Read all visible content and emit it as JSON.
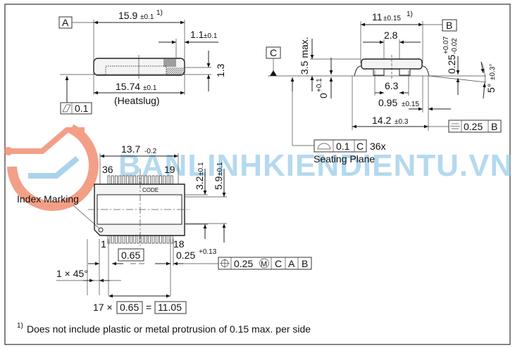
{
  "side_view": {
    "datum_a": "A",
    "length": "15.9",
    "length_tol": "±0.1",
    "footnote_ref": "1)",
    "heatslug_offset": "1.1",
    "heatslug_offset_tol": "±0.1",
    "thickness": "1.3",
    "heatslug_length": "15.74",
    "heatslug_length_tol": "±0.1",
    "heatslug_label": "(Heatslug)",
    "flatness_value": "0.1"
  },
  "end_view": {
    "width": "11",
    "width_tol": "±0.15",
    "footnote_ref": "1)",
    "datum_b": "B",
    "datum_c": "C",
    "inner_width": "2.8",
    "height_max": "3.5 max.",
    "standoff": "0",
    "standoff_tol": "+0.1",
    "lead_thickness": "0.25",
    "lead_thickness_tol_plus": "+0.07",
    "lead_thickness_tol_minus": "-0.02",
    "angle": "5°",
    "angle_tol": "±0.3°",
    "slug_width": "6.3",
    "lead_length": "0.95",
    "lead_length_tol": "±0.15",
    "overall_width": "14.2",
    "overall_width_tol": "±0.3",
    "symmetry_value": "0.25",
    "symmetry_datum": "B",
    "coplanarity_value": "0.1",
    "coplanarity_datum": "C",
    "coplanarity_count": "36x",
    "seating_plane_label": "Seating Plane"
  },
  "bottom_view": {
    "width": "13.7",
    "width_tol": "-0.2",
    "pin_36": "36",
    "pin_19": "19",
    "pin_1": "1",
    "pin_18": "18",
    "code_label": "CODE",
    "index_marking_label": "Index Marking",
    "slug_dim": "3.2",
    "slug_dim_tol": "±0.1",
    "slug_dim2": "5.9",
    "slug_dim2_tol": "±0.1",
    "pitch": "0.65",
    "lead_width": "0.25",
    "lead_width_tol": "+0.13",
    "position_value": "0.25",
    "position_modifier": "M",
    "position_datums": [
      "C",
      "A",
      "B"
    ],
    "chamfer": "1 × 45°",
    "pitch_count_prefix": "17 ×",
    "pitch_count_pitch": "0.65",
    "pitch_count_equals": "=",
    "pitch_total": "11.05"
  },
  "footnote": {
    "marker": "1)",
    "text": "Does not include plastic or metal protrusion of 0.15 max. per side"
  },
  "watermark": {
    "text": "BANLINHKIENDIENTU.VN"
  },
  "colors": {
    "watermark_blue": "#8ec5e6",
    "watermark_orange": "#f08060"
  }
}
